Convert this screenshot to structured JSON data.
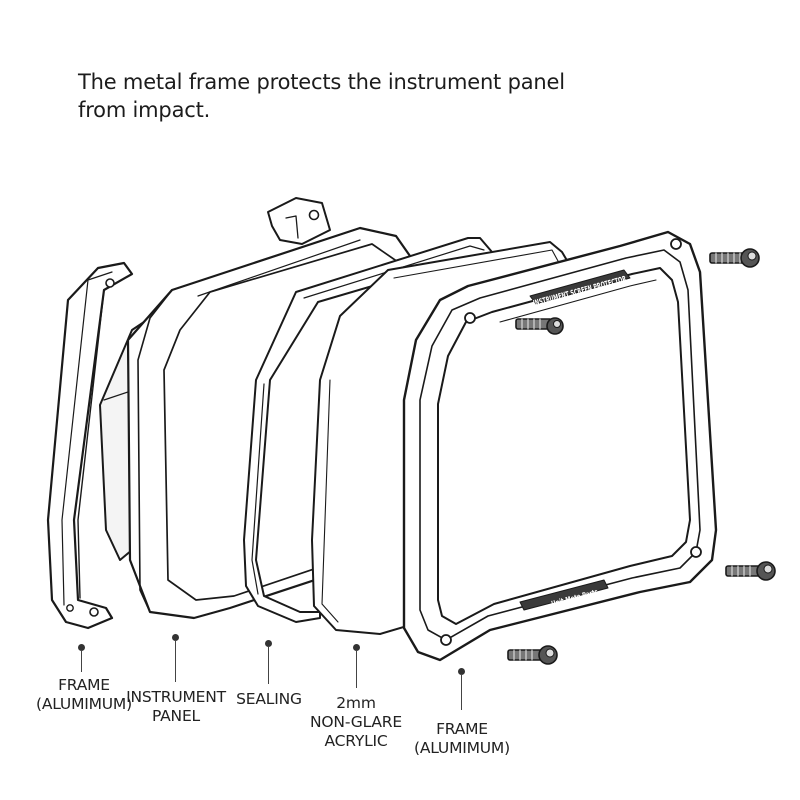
{
  "headline": {
    "line1": "The metal frame protects the instrument panel",
    "line2": "from impact."
  },
  "frame_engraving": {
    "top_text": "INSTRUMENT SCREEN PROTECTOR",
    "brand_text": "Unit Moto Parts"
  },
  "callouts": [
    {
      "lines": [
        "FRAME",
        "(ALUMIMUM)"
      ]
    },
    {
      "lines": [
        "INSTRUMENT",
        "PANEL"
      ]
    },
    {
      "lines": [
        "SEALING"
      ]
    },
    {
      "lines": [
        "2mm",
        "NON-GLARE",
        "ACRYLIC"
      ]
    },
    {
      "lines": [
        "FRAME",
        "(ALUMIMUM)"
      ]
    }
  ],
  "colors": {
    "line": "#1a1a1a",
    "frame_dark": "#3a3a3a",
    "screw": "#555555"
  }
}
